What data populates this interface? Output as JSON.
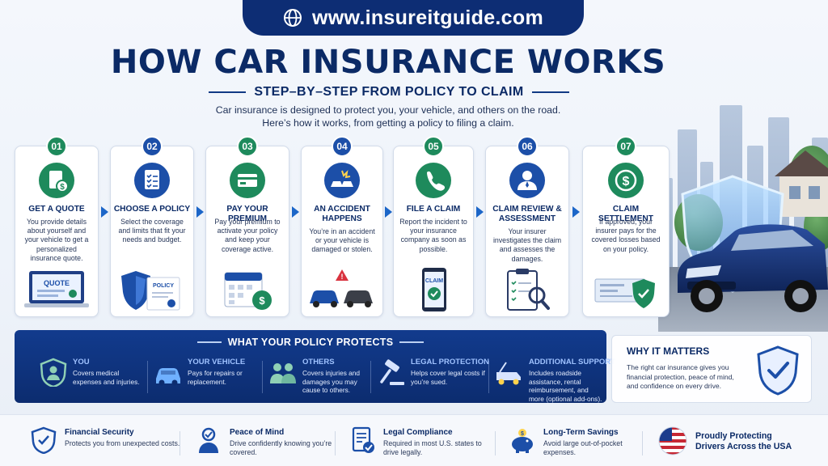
{
  "header": {
    "url": "www.insureitguide.com",
    "title": "HOW CAR INSURANCE WORKS",
    "subtitle": "STEP–BY–STEP FROM POLICY TO CLAIM",
    "intro_line1": "Car insurance is designed to protect you, your vehicle, and others on the road.",
    "intro_line2": "Here’s how it works, from getting a policy to filing a claim."
  },
  "steps": [
    {
      "num": "01",
      "title": "GET A QUOTE",
      "desc": "You provide details about yourself and your vehicle to get a personalized insurance quote.",
      "illus_label": "QUOTE",
      "color": "#1e8a5c",
      "icon": "dollar-document-icon"
    },
    {
      "num": "02",
      "title": "CHOOSE A POLICY",
      "desc": "Select the coverage and limits that fit your needs and budget.",
      "illus_label": "POLICY",
      "color": "#1c4fa8",
      "icon": "checklist-icon"
    },
    {
      "num": "03",
      "title": "PAY YOUR PREMIUM",
      "desc": "Pay your premium to activate your policy and keep your coverage active.",
      "illus_label": "",
      "color": "#1e8a5c",
      "icon": "credit-card-icon"
    },
    {
      "num": "04",
      "title": "AN ACCIDENT HAPPENS",
      "desc": "You’re in an accident or your vehicle is damaged or stolen.",
      "illus_label": "",
      "color": "#1c4fa8",
      "icon": "car-crash-icon"
    },
    {
      "num": "05",
      "title": "FILE A CLAIM",
      "desc": "Report the incident to your insurance company as soon as possible.",
      "illus_label": "CLAIM",
      "color": "#1e8a5c",
      "icon": "phone-icon"
    },
    {
      "num": "06",
      "title": "CLAIM REVIEW & ASSESSMENT",
      "desc": "Your insurer investigates the claim and assesses the damages.",
      "illus_label": "",
      "color": "#1c4fa8",
      "icon": "adjuster-icon"
    },
    {
      "num": "07",
      "title": "CLAIM SETTLEMENT",
      "desc": "If approved, your insurer pays for the covered losses based on your policy.",
      "illus_label": "",
      "color": "#1e8a5c",
      "icon": "dollar-coin-icon"
    }
  ],
  "protects": {
    "title": "WHAT YOUR POLICY PROTECTS",
    "items": [
      {
        "label": "YOU",
        "desc": "Covers medical expenses and injuries.",
        "icon": "person-shield-icon"
      },
      {
        "label": "YOUR VEHICLE",
        "desc": "Pays for repairs or replacement.",
        "icon": "car-icon"
      },
      {
        "label": "OTHERS",
        "desc": "Covers injuries and damages you may cause to others.",
        "icon": "people-icon"
      },
      {
        "label": "LEGAL PROTECTION",
        "desc": "Helps cover legal costs if you’re sued.",
        "icon": "gavel-icon"
      },
      {
        "label": "ADDITIONAL SUPPORT",
        "desc": "Includes roadside assistance, rental reimbursement, and more (optional add-ons).",
        "icon": "tow-truck-icon"
      }
    ]
  },
  "why": {
    "title": "WHY IT MATTERS",
    "text": "The right car insurance gives you financial protection, peace of mind, and confidence on every drive."
  },
  "footer": {
    "items": [
      {
        "label": "Financial Security",
        "desc": "Protects you from unexpected costs.",
        "icon": "shield-check-icon"
      },
      {
        "label": "Peace of Mind",
        "desc": "Drive confidently knowing you’re covered.",
        "icon": "person-check-icon"
      },
      {
        "label": "Legal Compliance",
        "desc": "Required in most U.S. states to drive legally.",
        "icon": "document-check-icon"
      },
      {
        "label": "Long-Term Savings",
        "desc": "Avoid large out-of-pocket expenses.",
        "icon": "piggy-bank-icon"
      }
    ],
    "pride_line1": "Proudly Protecting",
    "pride_line2": "Drivers Across the USA"
  },
  "colors": {
    "navy": "#0d2d74",
    "green": "#1e8a5c",
    "blue": "#1c4fa8",
    "accent": "#1c66c8"
  }
}
